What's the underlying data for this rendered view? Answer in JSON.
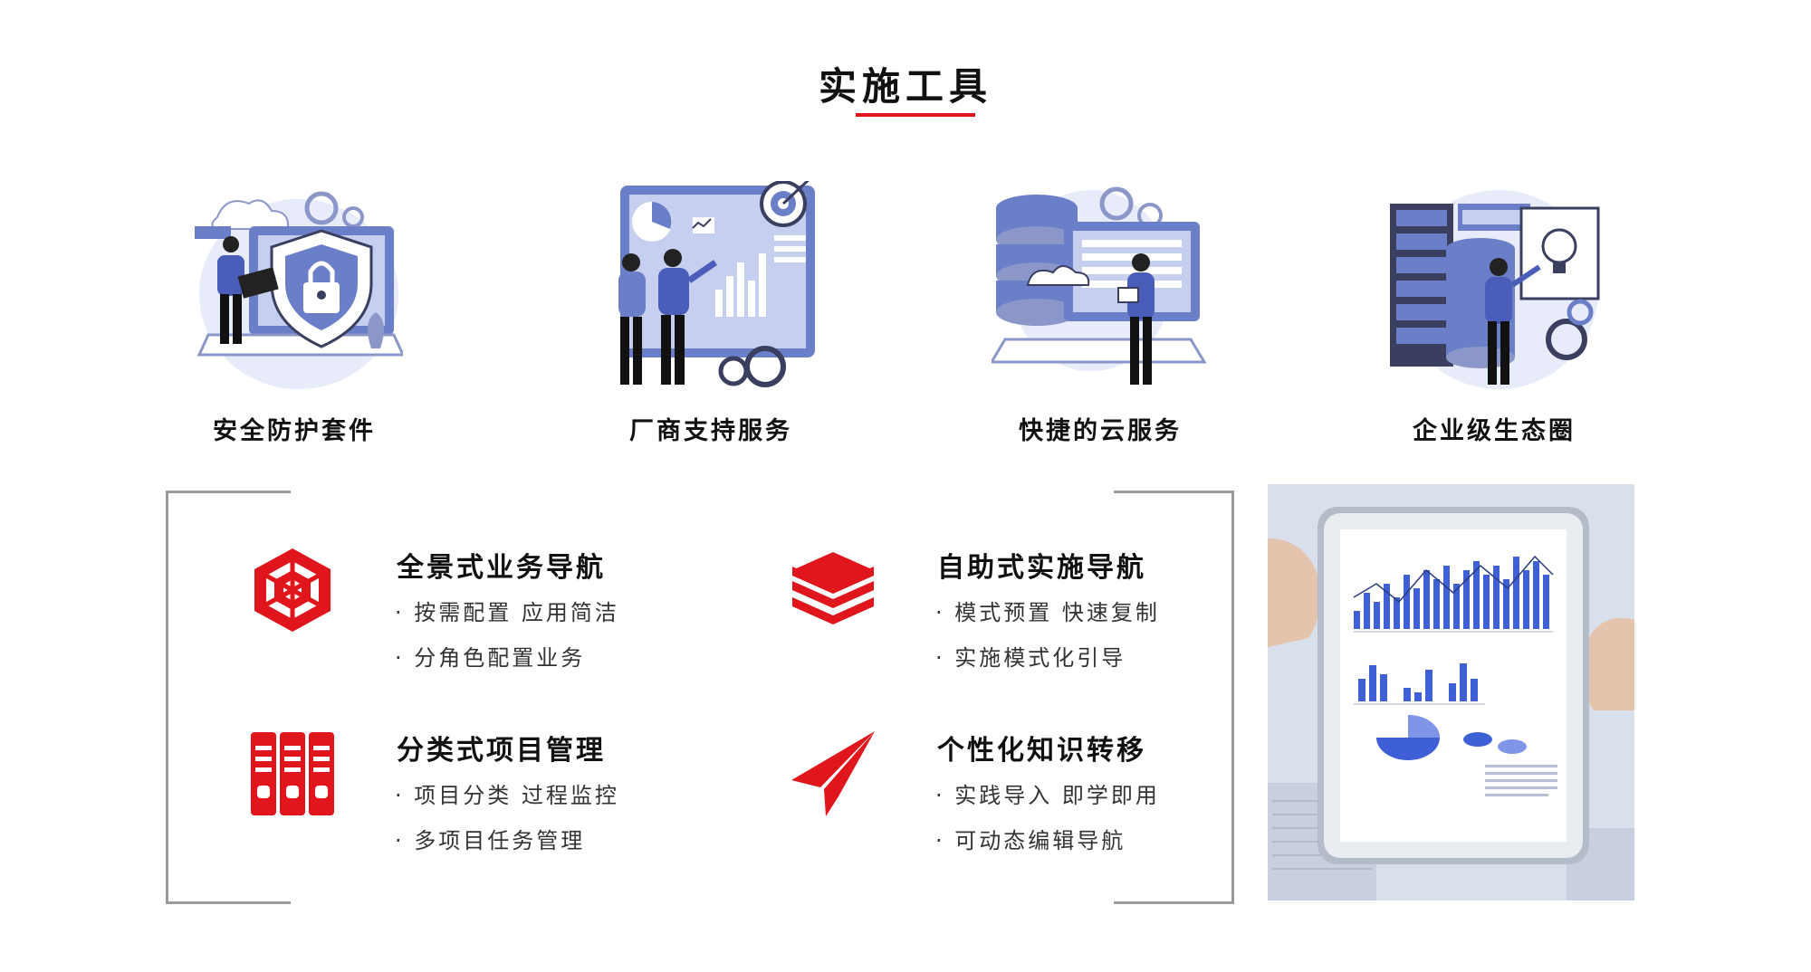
{
  "title": "实施工具",
  "tools": [
    {
      "label": "安全防护套件",
      "icon": "security-shield-illustration"
    },
    {
      "label": "厂商支持服务",
      "icon": "vendor-support-dashboard-illustration"
    },
    {
      "label": "快捷的云服务",
      "icon": "cloud-database-illustration"
    },
    {
      "label": "企业级生态圈",
      "icon": "enterprise-ecosystem-illustration"
    }
  ],
  "features": [
    {
      "name": "全景式业务导航",
      "line1": "· 按需配置 应用简洁",
      "line2": "· 分角色配置业务",
      "icon": "hexagon-web-icon"
    },
    {
      "name": "自助式实施导航",
      "line1": "· 模式预置 快速复制",
      "line2": "· 实施模式化引导",
      "icon": "layers-stack-icon"
    },
    {
      "name": "分类式项目管理",
      "line1": "· 项目分类 过程监控",
      "line2": "· 多项目任务管理",
      "icon": "binders-icon"
    },
    {
      "name": "个性化知识转移",
      "line1": "· 实践导入 即学即用",
      "line2": "· 可动态编辑导航",
      "icon": "paper-plane-icon"
    }
  ],
  "colors": {
    "accent": "#e1151c",
    "illustration": "#6b7fc9",
    "illustration_light": "#c7cff0",
    "frame": "#9a9a9a"
  }
}
